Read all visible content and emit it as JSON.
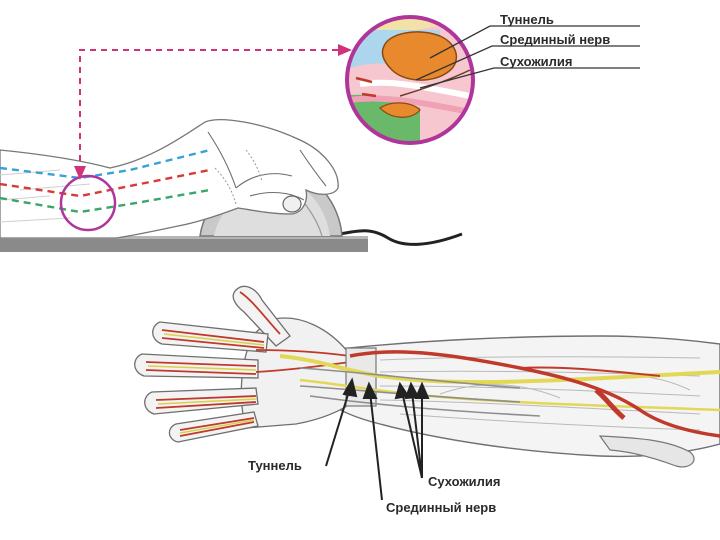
{
  "top_diagram": {
    "labels": {
      "tunnel": "Туннель",
      "median_nerve": "Срединный нерв",
      "tendons": "Сухожилия"
    }
  },
  "bottom_diagram": {
    "labels": {
      "tunnel": "Туннель",
      "tendons": "Сухожилия",
      "median_nerve": "Срединный нерв"
    }
  },
  "colors": {
    "highlight_circle": "#b0359a",
    "dashed_arrow": "#d2327a",
    "dash_blue": "#3aa0d6",
    "dash_red": "#d83a36",
    "dash_green": "#3aa66a",
    "tunnel_bone": "#e8892e",
    "nerve": "#d8d24a",
    "vessel": "#c0392b"
  },
  "icons": {
    "mouse": "computer-mouse-icon",
    "hand": "hand-on-mouse-icon"
  }
}
